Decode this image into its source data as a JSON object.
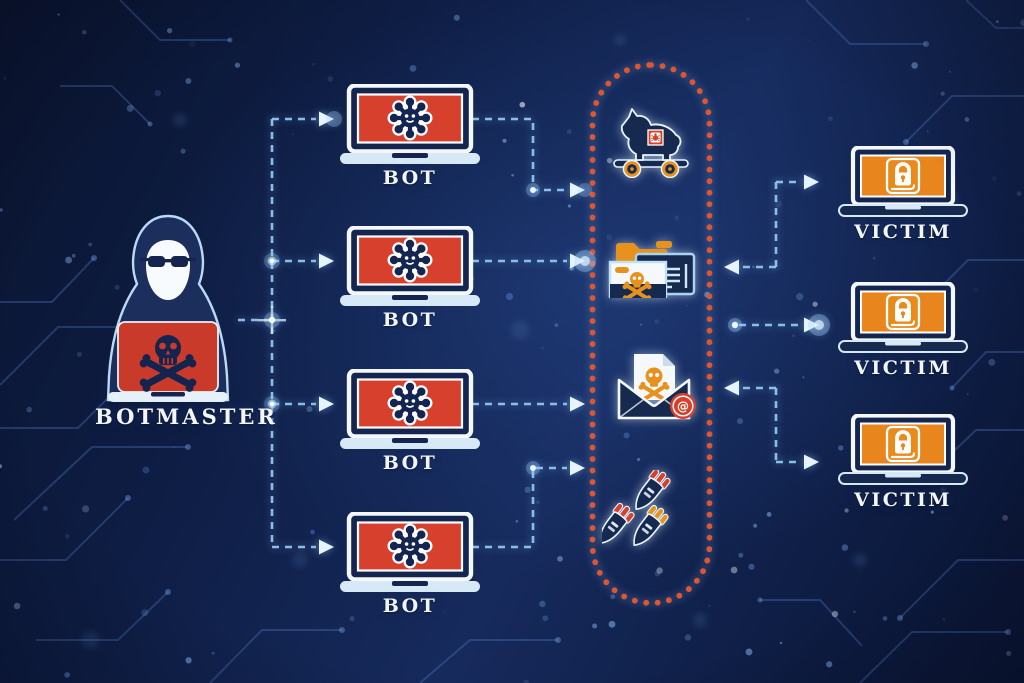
{
  "botmaster": {
    "label": "BOTMASTER",
    "icon": "hooded-hacker-with-skull-laptop"
  },
  "bots": [
    {
      "label": "BOT"
    },
    {
      "label": "BOT"
    },
    {
      "label": "BOT"
    },
    {
      "label": "BOT"
    }
  ],
  "victims": [
    {
      "label": "VICTIM"
    },
    {
      "label": "VICTIM"
    },
    {
      "label": "VICTIM"
    }
  ],
  "payloads": [
    {
      "icon": "trojan-horse"
    },
    {
      "icon": "infected-files-folder"
    },
    {
      "icon": "malicious-email-skull"
    },
    {
      "icon": "missile-bombs"
    }
  ],
  "colors": {
    "background_navy": "#0e1d44",
    "arrow_blue": "#8fc6f0",
    "capsule_dots": "#e2542e",
    "bot_screen_red": "#d7402c",
    "botmaster_laptop_red": "#c93a2b",
    "victim_screen_orange": "#e8851c",
    "accent_orange": "#e8921e",
    "icon_navy": "#16294f",
    "outline_white": "#f4f8fc"
  }
}
